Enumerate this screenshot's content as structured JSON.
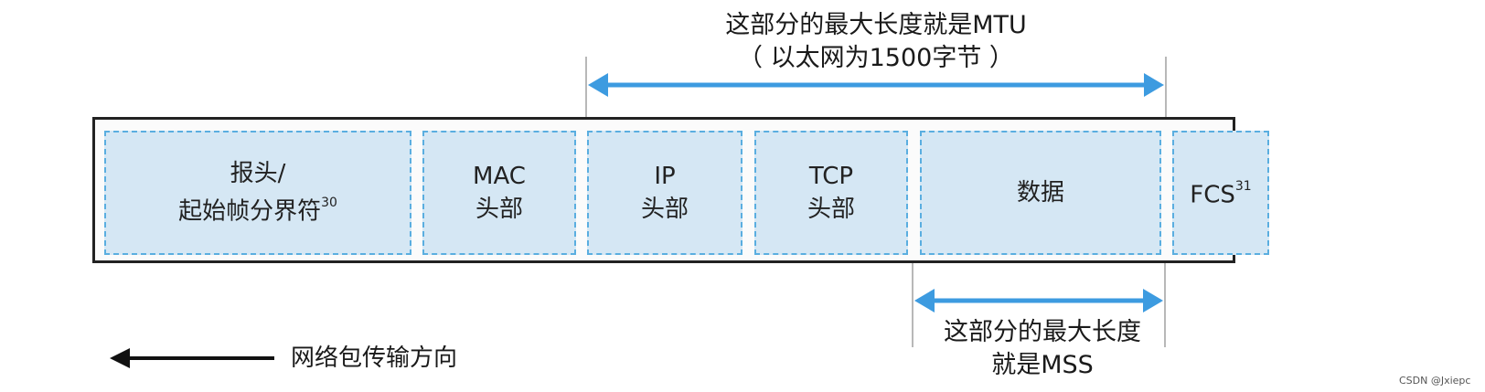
{
  "mtu_caption": {
    "line1": "这部分的最大长度就是MTU",
    "line2": "（ 以太网为1500字节 ）"
  },
  "segments": [
    {
      "line1": "报头/",
      "line2": "起始帧分界符",
      "sup": "30"
    },
    {
      "line1": "MAC",
      "line2": "头部",
      "sup": ""
    },
    {
      "line1": "IP",
      "line2": "头部",
      "sup": ""
    },
    {
      "line1": "TCP",
      "line2": "头部",
      "sup": ""
    },
    {
      "line1": "数据",
      "line2": "",
      "sup": ""
    },
    {
      "line1": "FCS",
      "line2": "",
      "sup": "31"
    }
  ],
  "mss_caption": {
    "line1": "这部分的最大长度",
    "line2": "就是MSS"
  },
  "direction_label": "网络包传输方向",
  "watermark": "CSDN @Jxiepc",
  "colors": {
    "cell_fill": "#d5e7f4",
    "cell_border": "#5aaee0",
    "arrow": "#3d9be0",
    "frame": "#222222",
    "guide": "#b8b8b8"
  }
}
